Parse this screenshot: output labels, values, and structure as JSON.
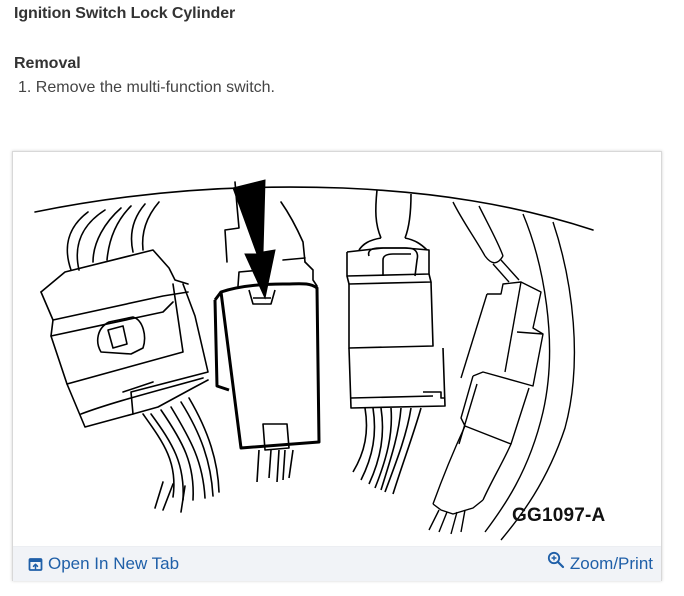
{
  "document": {
    "title": "Ignition Switch Lock Cylinder",
    "section_heading": "Removal",
    "steps": [
      {
        "number": "1.",
        "text": "Remove the multi-function switch."
      }
    ],
    "step_1_full": "1. Remove the multi-function switch."
  },
  "figure": {
    "caption_code": "GG1097-A",
    "description": "Line drawing of steering column wiring connectors with a black arrow pointing down at the multi-function switch connector",
    "arrow_color": "#000000",
    "line_color": "#000000"
  },
  "figure_footer": {
    "open_in_new_tab_label": "Open In New Tab",
    "open_in_new_tab_icon": "external-window-icon",
    "zoom_print_label": "Zoom/Print",
    "zoom_print_icon": "zoom-in-icon",
    "link_color": "#1f5fa8",
    "background_color": "#f1f3f7"
  }
}
